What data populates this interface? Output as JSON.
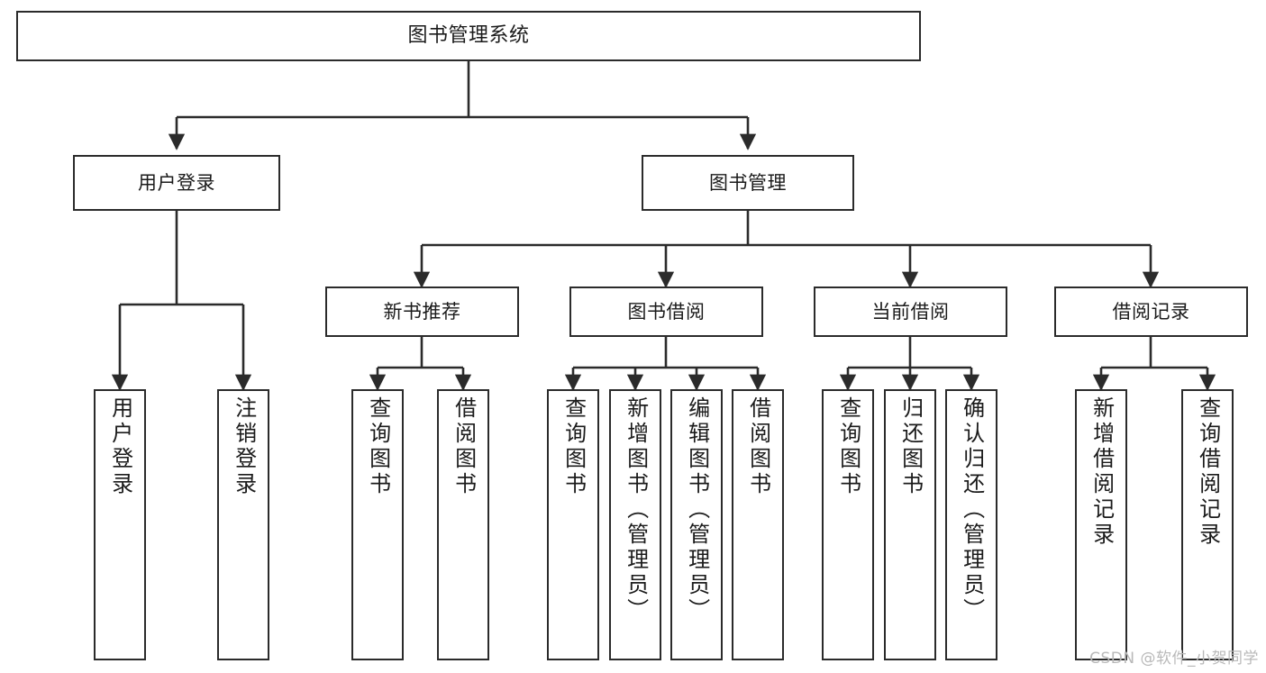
{
  "diagram": {
    "title": "图书管理系统",
    "type": "tree",
    "colors": {
      "stroke": "#2b2b2b",
      "box_fill": "#ffffff",
      "text": "#1b1b1b",
      "watermark": "#b9b9b9"
    },
    "root": {
      "label": "图书管理系统"
    },
    "level2": [
      {
        "label": "用户登录"
      },
      {
        "label": "图书管理"
      }
    ],
    "level3": [
      {
        "label": "新书推荐"
      },
      {
        "label": "图书借阅"
      },
      {
        "label": "当前借阅"
      },
      {
        "label": "借阅记录"
      }
    ],
    "leaves": {
      "user_login": [
        {
          "label": "用户登录"
        },
        {
          "label": "注销登录"
        }
      ],
      "new_book": [
        {
          "label": "查询图书"
        },
        {
          "label": "借阅图书"
        }
      ],
      "book_borrow": [
        {
          "label": "查询图书"
        },
        {
          "label": "新增图书（管理员）"
        },
        {
          "label": "编辑图书（管理员）"
        },
        {
          "label": "借阅图书"
        }
      ],
      "current_borrow": [
        {
          "label": "查询图书"
        },
        {
          "label": "归还图书"
        },
        {
          "label": "确认归还（管理员）"
        }
      ],
      "borrow_record": [
        {
          "label": "新增借阅记录"
        },
        {
          "label": "查询借阅记录"
        }
      ]
    }
  },
  "watermark": {
    "text": "CSDN @软件_小贺同学"
  }
}
